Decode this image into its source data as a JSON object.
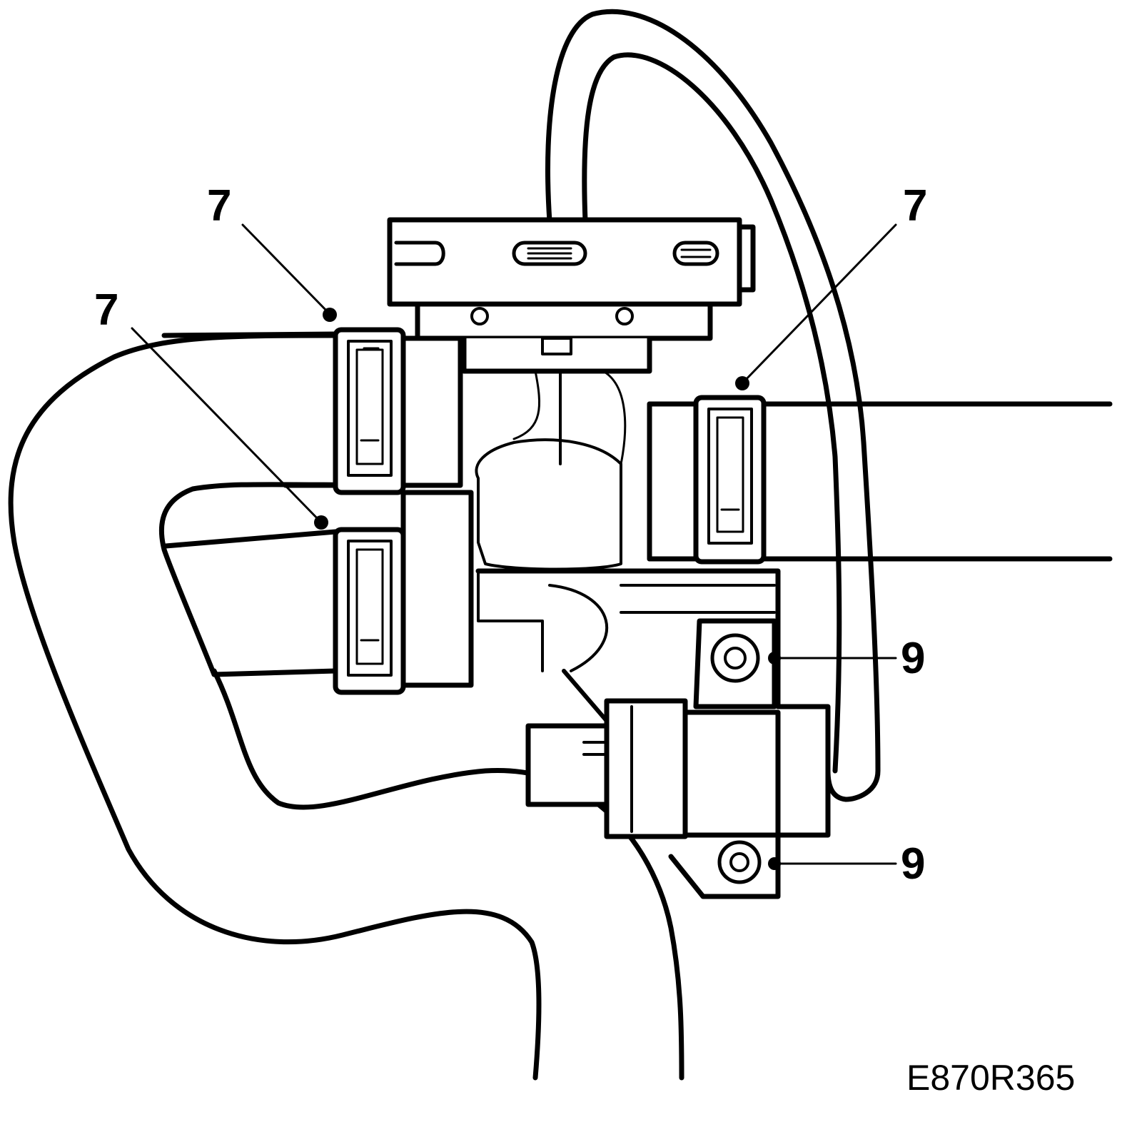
{
  "callouts": [
    {
      "id": "clamp-top-left",
      "label": "7"
    },
    {
      "id": "clamp-left",
      "label": "7"
    },
    {
      "id": "clamp-right",
      "label": "7"
    },
    {
      "id": "bolt-upper",
      "label": "9"
    },
    {
      "id": "bolt-lower",
      "label": "9"
    }
  ],
  "figure_id": "E870R365",
  "colors": {
    "ink": "#000000",
    "paper": "#ffffff"
  }
}
